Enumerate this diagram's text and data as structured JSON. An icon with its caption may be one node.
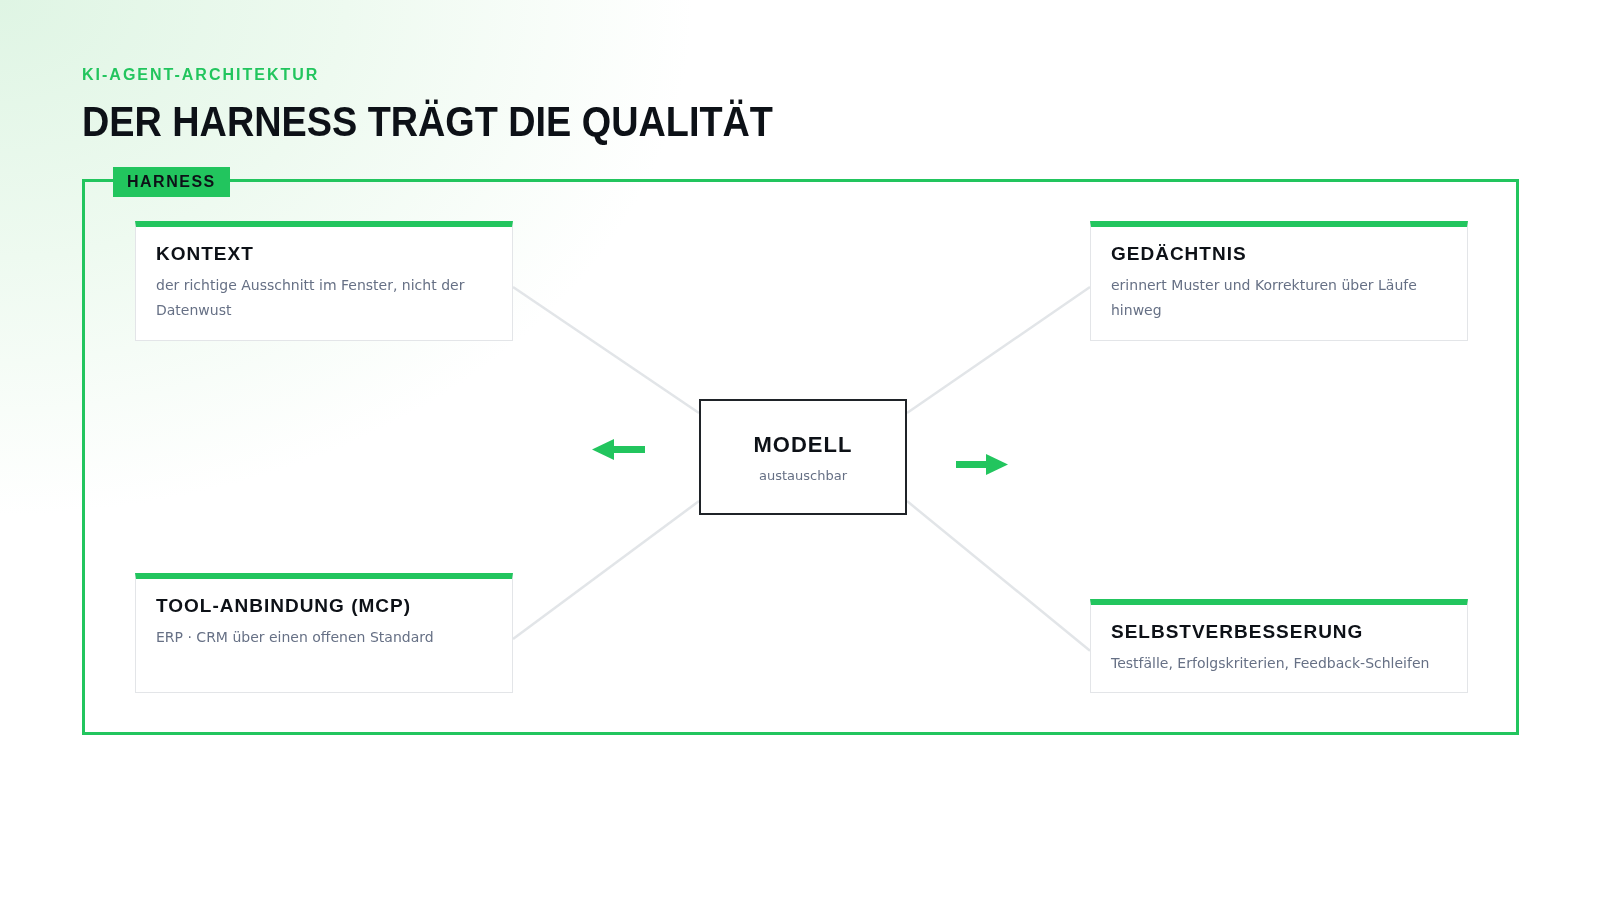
{
  "diagram": {
    "title": "DER HARNESS TRÄGT DIE QUALITÄT",
    "nodes": [
      {
        "text": [
          "HARNESS"
        ]
      },
      {
        "text": [
          "KONTEXT",
          "der richtige Ausschnitt im Fenster, nicht der Datenwust"
        ],
        "in": 0
      },
      {
        "text": [
          "GEDÄCHTNIS",
          "erinnert Muster und Korrekturen über Läufe hinweg"
        ],
        "in": 0
      },
      {
        "text": [
          "MODELL",
          "austauschbar"
        ],
        "in": 0
      },
      {
        "text": [
          "TOOL-ANBINDUNG (MCP)",
          "ERP · CRM über einen offenen Standard"
        ],
        "in": 0
      },
      {
        "text": [
          "SELBSTVERBESSERUNG",
          "Testfälle, Erfolgskriterien, Feedback-Schleifen"
        ],
        "in": 0
      }
    ],
    "edges": [
      {
        "from": 3,
        "to": 1,
        "arrow": "none"
      },
      {
        "from": 3,
        "to": 2,
        "arrow": "none"
      },
      {
        "from": 3,
        "to": 4,
        "arrow": "none"
      },
      {
        "from": 3,
        "to": 5,
        "arrow": "none"
      }
    ],
    "labels": [
      "KI-AGENT-ARCHITEKTUR"
    ]
  }
}
